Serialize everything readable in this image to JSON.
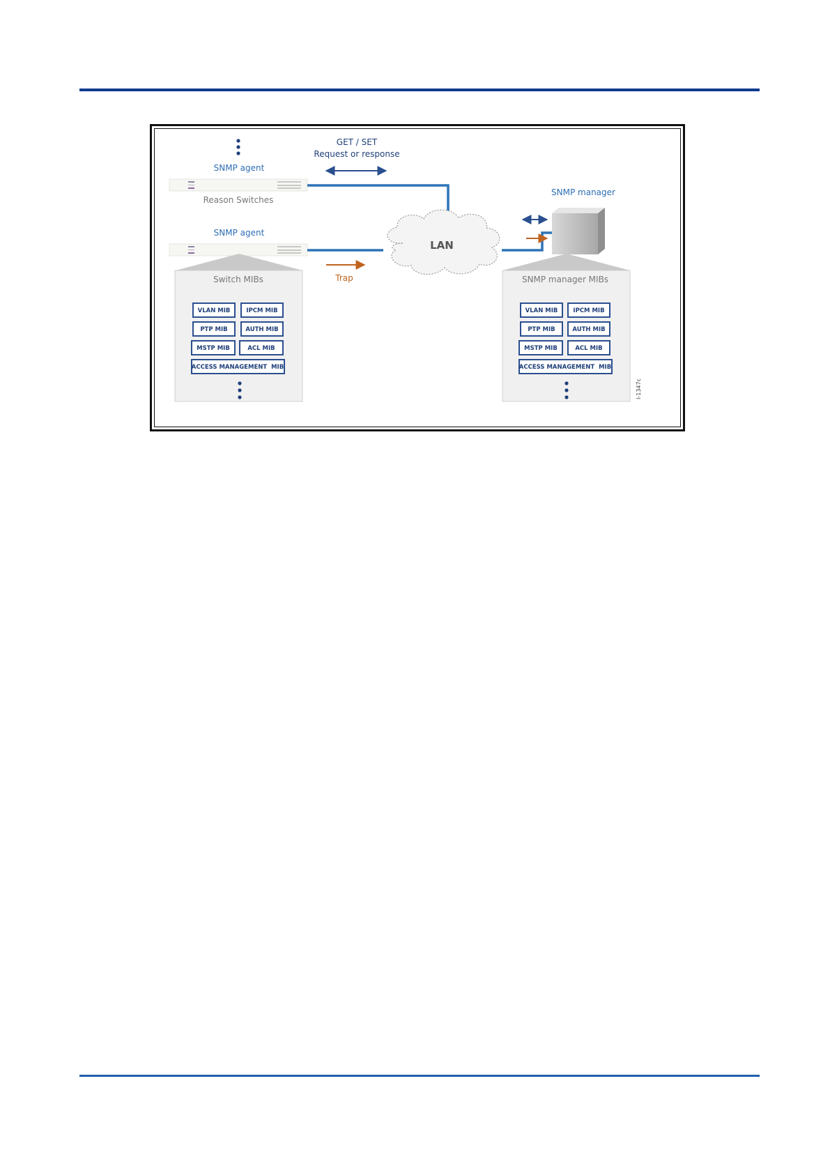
{
  "diagram": {
    "request": {
      "line1": "GET / SET",
      "line2": "Request or response"
    },
    "agent_top": {
      "label": "SNMP agent",
      "device_caption": "Reason Switches"
    },
    "agent_bottom": {
      "label": "SNMP agent"
    },
    "lan_label": "LAN",
    "trap_label": "Trap",
    "manager_label": "SNMP manager",
    "switch_mibs": {
      "title": "Switch MIBs",
      "items": [
        "VLAN MIB",
        "IPCM MIB",
        "PTP MIB",
        "AUTH MIB",
        "MSTP MIB",
        "ACL MIB",
        "ACCESS MANAGEMENT  MIB"
      ]
    },
    "manager_mibs": {
      "title": "SNMP manager MIBs",
      "items": [
        "VLAN MIB",
        "IPCM MIB",
        "PTP MIB",
        "AUTH MIB",
        "MSTP MIB",
        "ACL MIB",
        "ACCESS MANAGEMENT  MIB"
      ]
    },
    "figure_id": "I-1347c",
    "colors": {
      "link_blue": "#2f73b8",
      "arrow_navy": "#2a4f8f",
      "trap_orange": "#c0631d",
      "mib_border": "#2a4f8f"
    }
  }
}
